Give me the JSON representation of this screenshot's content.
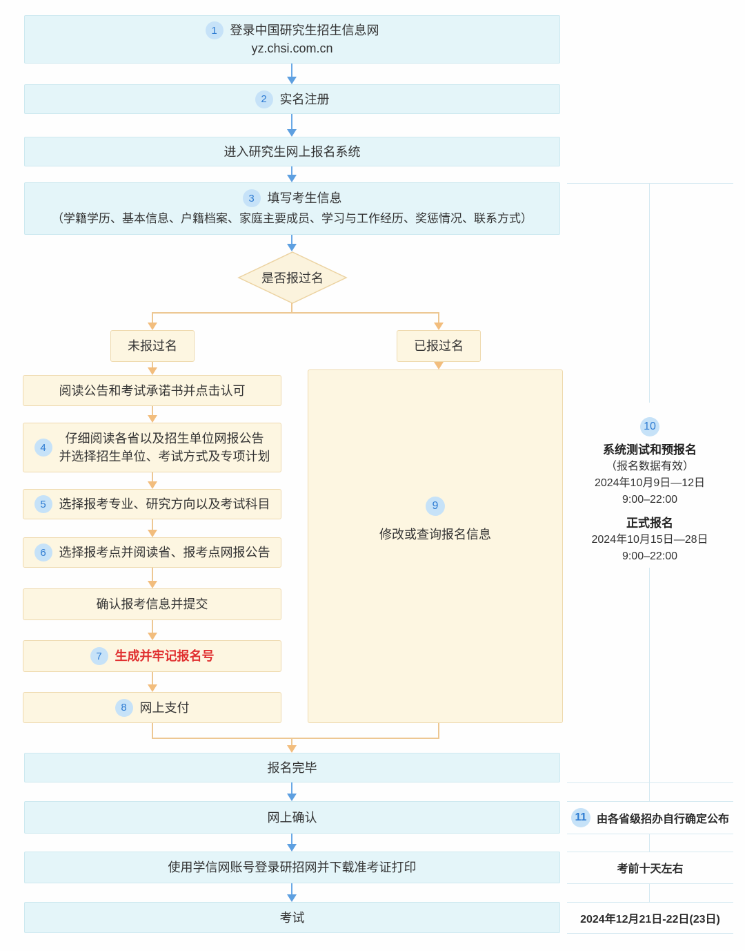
{
  "flow": {
    "main_top": [
      {
        "num": "1",
        "line1": "登录中国研究生招生信息网",
        "line2": "yz.chsi.com.cn"
      },
      {
        "num": "2",
        "label": "实名注册"
      },
      {
        "label": "进入研究生网上报名系统"
      },
      {
        "num": "3",
        "line1": "填写考生信息",
        "line2": "（学籍学历、基本信息、户籍档案、家庭主要成员、学习与工作经历、奖惩情况、联系方式）"
      }
    ],
    "decision": {
      "label": "是否报过名",
      "no_label": "未报过名",
      "yes_label": "已报过名"
    },
    "left_steps": [
      {
        "label": "阅读公告和考试承诺书并点击认可"
      },
      {
        "num": "4",
        "line1": "仔细阅读各省以及招生单位网报公告",
        "line2": "并选择招生单位、考试方式及专项计划"
      },
      {
        "num": "5",
        "label": "选择报考专业、研究方向以及考试科目"
      },
      {
        "num": "6",
        "label": "选择报考点并阅读省、报考点网报公告"
      },
      {
        "label": "确认报考信息并提交"
      },
      {
        "num": "7",
        "label": "生成并牢记报名号"
      },
      {
        "num": "8",
        "label": "网上支付"
      }
    ],
    "right_step": {
      "num": "9",
      "label": "修改或查询报名信息"
    },
    "main_bottom": [
      {
        "label": "报名完毕"
      },
      {
        "label": "网上确认"
      },
      {
        "label": "使用学信网账号登录研招网并下载准考证打印"
      },
      {
        "label": "考试"
      }
    ]
  },
  "sidebar": {
    "section10": {
      "num": "10",
      "title": "系统测试和预报名",
      "note": "（报名数据有效）",
      "pre_dates": "2024年10月9日—12日",
      "pre_time": "9:00–22:00",
      "formal_title": "正式报名",
      "formal_dates": "2024年10月15日—28日",
      "formal_time": "9:00–22:00"
    },
    "row11": {
      "num": "11",
      "label": "由各省级招办自行确定公布"
    },
    "row_print": {
      "label": "考前十天左右"
    },
    "row_exam": {
      "label": "2024年12月21日-22日(23日)"
    }
  },
  "colors": {
    "blue_box_bg": "#e4f5f9",
    "blue_box_border": "#cde9f0",
    "cream_box_bg": "#fdf6e1",
    "cream_box_border": "#eed9ad",
    "blue_arrow": "#5d9fe0",
    "orange_arrow": "#f2bd7d",
    "badge_bg": "#c6e2f8",
    "badge_text": "#2d7bd2",
    "alert_red": "#e02f2f",
    "sidebar_line": "#d5e9f1"
  }
}
